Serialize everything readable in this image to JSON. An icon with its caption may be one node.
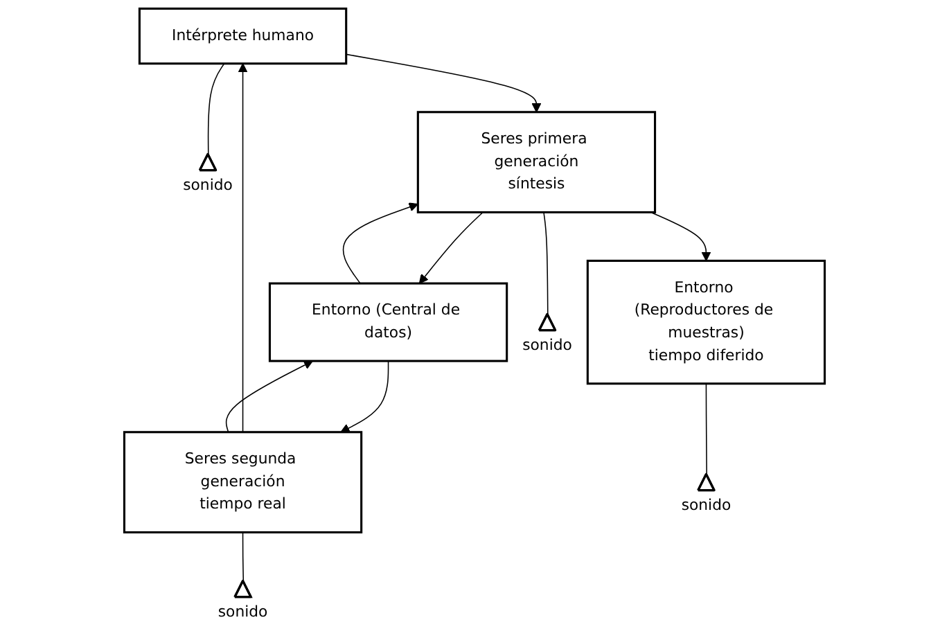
{
  "diagram": {
    "nodes": [
      {
        "text": [
          "Intérprete humano"
        ]
      },
      {
        "text": [],
        "shape": "triangle",
        "beside": [
          "sonido"
        ]
      },
      {
        "text": [
          "Entorno (Central de datos)"
        ]
      },
      {
        "text": [
          "Seres primera generación",
          "síntesis"
        ]
      },
      {
        "text": [
          "Entorno (Reproductores de muestras)",
          "tiempo diferido"
        ]
      },
      {
        "text": [
          "Seres segunda generación",
          "tiempo real"
        ]
      },
      {
        "text": [],
        "shape": "triangle",
        "beside": [
          "sonido"
        ]
      },
      {
        "text": [],
        "shape": "triangle",
        "beside": [
          "sonido"
        ]
      },
      {
        "text": [],
        "shape": "triangle",
        "beside": [
          "sonido"
        ]
      }
    ],
    "edges": [
      {
        "from": 0,
        "to": 3,
        "arrow": "to"
      },
      {
        "from": 0,
        "to": 1,
        "arrow": "none"
      },
      {
        "from": 5,
        "to": 0,
        "arrow": "to"
      },
      {
        "from": 2,
        "to": 3,
        "arrow": "to"
      },
      {
        "from": 2,
        "to": 5,
        "arrow": "to"
      },
      {
        "from": 3,
        "to": 2,
        "arrow": "to"
      },
      {
        "from": 3,
        "to": 4,
        "arrow": "to"
      },
      {
        "from": 5,
        "to": 2,
        "arrow": "to"
      },
      {
        "from": 3,
        "to": 6,
        "arrow": "none"
      },
      {
        "from": 4,
        "to": 7,
        "arrow": "none"
      },
      {
        "from": 5,
        "to": 8,
        "arrow": "none"
      }
    ]
  }
}
